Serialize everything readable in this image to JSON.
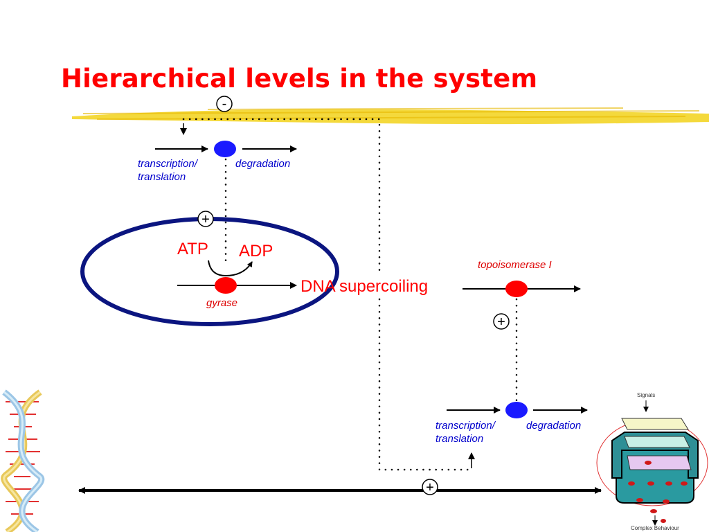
{
  "slide": {
    "title": "Hierarchical levels in the system",
    "accent_color": "#ff0000",
    "label_color": "#0000cc",
    "ellipse_color": "#0b1580",
    "highlight_color": "#f2d21a"
  },
  "diagram": {
    "sign_top": "-",
    "sign_left": "+",
    "sign_right": "+",
    "sign_bottom": "+",
    "top_module": {
      "input_label": "transcription/\ntranslation",
      "output_label": "degradation"
    },
    "gyrase_module": {
      "atp": "ATP",
      "adp": "ADP",
      "enzyme": "gyrase"
    },
    "center": {
      "label": "DNA supercoiling"
    },
    "topo_module": {
      "enzyme": "topoisomerase I"
    },
    "bottom_module": {
      "input_label": "transcription/\ntranslation",
      "output_label": "degradation"
    }
  },
  "inset": {
    "top_label": "Signals",
    "bottom_label": "Complex Behaviour"
  },
  "icons": {
    "dna_helix": "dna-helix-icon",
    "cell_network": "cell-network-icon"
  }
}
